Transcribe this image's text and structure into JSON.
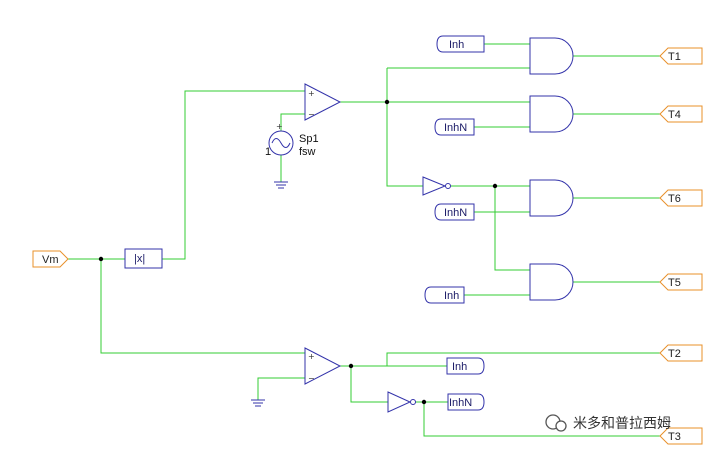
{
  "diagram": {
    "input_port": "Vm",
    "abs_block": "|x|",
    "source": {
      "name": "Sp1",
      "param": "fsw",
      "marker": "1"
    },
    "comparator_signs": {
      "plus": "+",
      "minus": "−"
    },
    "inhibit_labels": {
      "t1": "Inh",
      "t4": "InhN",
      "t6": "InhN",
      "t5": "Inh",
      "lower_inh": "Inh",
      "lower_inhn": "InhN"
    },
    "outputs": {
      "t1": "T1",
      "t4": "T4",
      "t6": "T6",
      "t5": "T5",
      "t2": "T2",
      "t3": "T3"
    },
    "watermark": "米多和普拉西姆",
    "colors": {
      "wire": "#33cc33",
      "component": "#3333aa",
      "port": "#e8902a",
      "background": "#ffffff"
    }
  }
}
